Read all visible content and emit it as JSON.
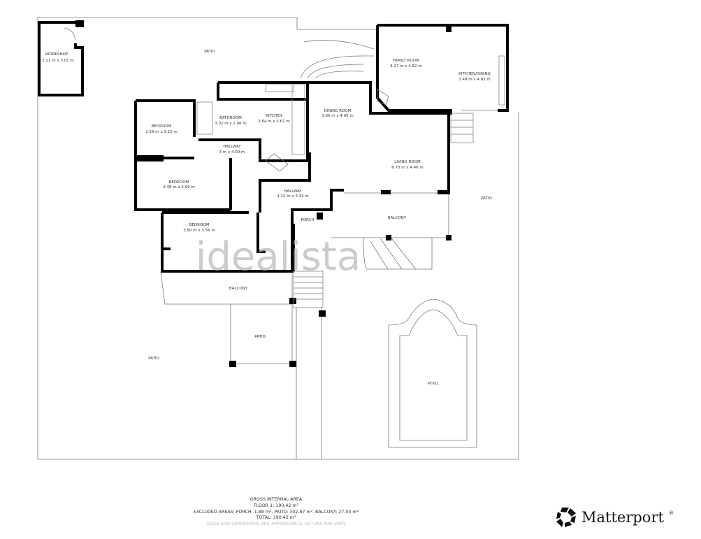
{
  "rooms": {
    "patio_top": "PATIO",
    "workshop": {
      "name": "WORKSHOP",
      "size": "1.21 m x 3.01 m"
    },
    "bedroom1": {
      "name": "BEDROOM",
      "size": "2.59 m x 3.15 m"
    },
    "bathroom": {
      "name": "BATHROOM",
      "size": "3.02 m x 2.06 m"
    },
    "kitchen": {
      "name": "KITCHEN",
      "size": "3.64 m x 5.61 m"
    },
    "dining_room": {
      "name": "DINING ROOM",
      "size": "3.60 m x 4.05 m"
    },
    "family_room": {
      "name": "FAMILY ROOM",
      "size": "4.27 m x 4.82 m"
    },
    "kitchen_dining": {
      "name": "KITCHEN/DINING",
      "size": "3.49 m x 4.82 m"
    },
    "hallway1": {
      "name": "HALLWAY",
      "size": "3 m x 4.09 m"
    },
    "bedroom2": {
      "name": "BEDROOM",
      "size": "3.48 m x 2.99 m"
    },
    "living_room": {
      "name": "LIVING ROOM",
      "size": "6.70 m x 4.46 m"
    },
    "hallway2": {
      "name": "HALLWAY",
      "size": "4.12 m x 3.33 m"
    },
    "patio_right": "PATIO",
    "porch": "PORCH",
    "balcony_right": "BALCONY",
    "bedroom3": {
      "name": "BEDROOM",
      "size": "3.80 m x 3.56 m"
    },
    "balcony_left": "BALCONY",
    "patio_mid": "PATIO",
    "patio_left": "PATIO",
    "pool": "POOL"
  },
  "watermark": "idealista",
  "footer": {
    "title": "GROSS INTERNAL AREA",
    "floor": "FLOOR 1: 190.42 m²",
    "excluded": "EXCLUDED AREAS: PORCH: 1.88 m², PATIO: 302.87 m², BALCONY: 27.04 m²",
    "total": "TOTAL: 190.42 m²",
    "note": "SIZES AND DIMENSIONS ARE APPROXIMATE, ACTUAL MAY VARY."
  },
  "brand": {
    "name": "Matterport",
    "mark": "®"
  }
}
